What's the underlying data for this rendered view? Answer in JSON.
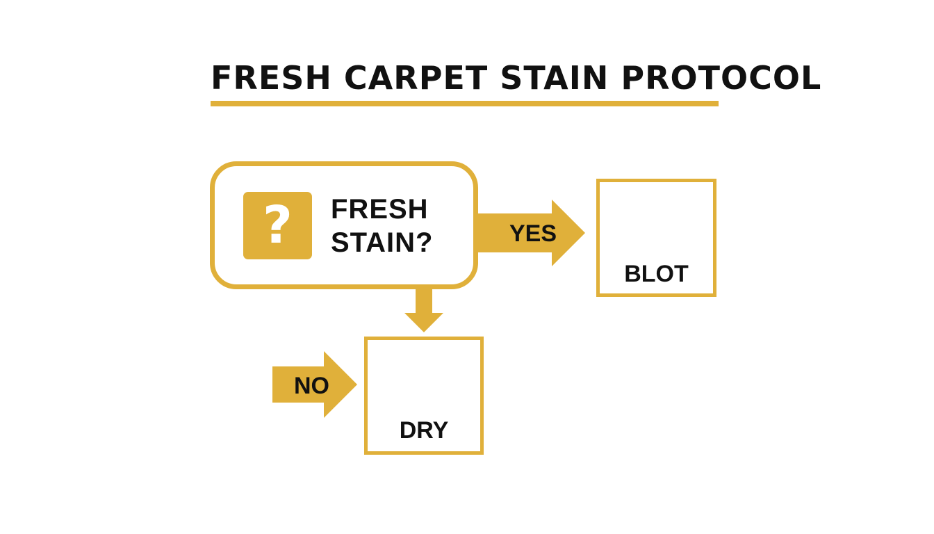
{
  "title": "FRESH CARPET STAIN PROTOCOL",
  "colors": {
    "accent": "#E0B03A",
    "text": "#111111",
    "background": "#ffffff"
  },
  "decision": {
    "badge_symbol": "?",
    "line1": "FRESH",
    "line2": "STAIN?"
  },
  "branches": {
    "yes_label": "YES",
    "no_label": "NO"
  },
  "steps": {
    "blot": {
      "label": "BLOT",
      "icon": "blotting-cloth-icon"
    },
    "dry": {
      "label": "DRY",
      "icon": "clock-icon"
    }
  }
}
